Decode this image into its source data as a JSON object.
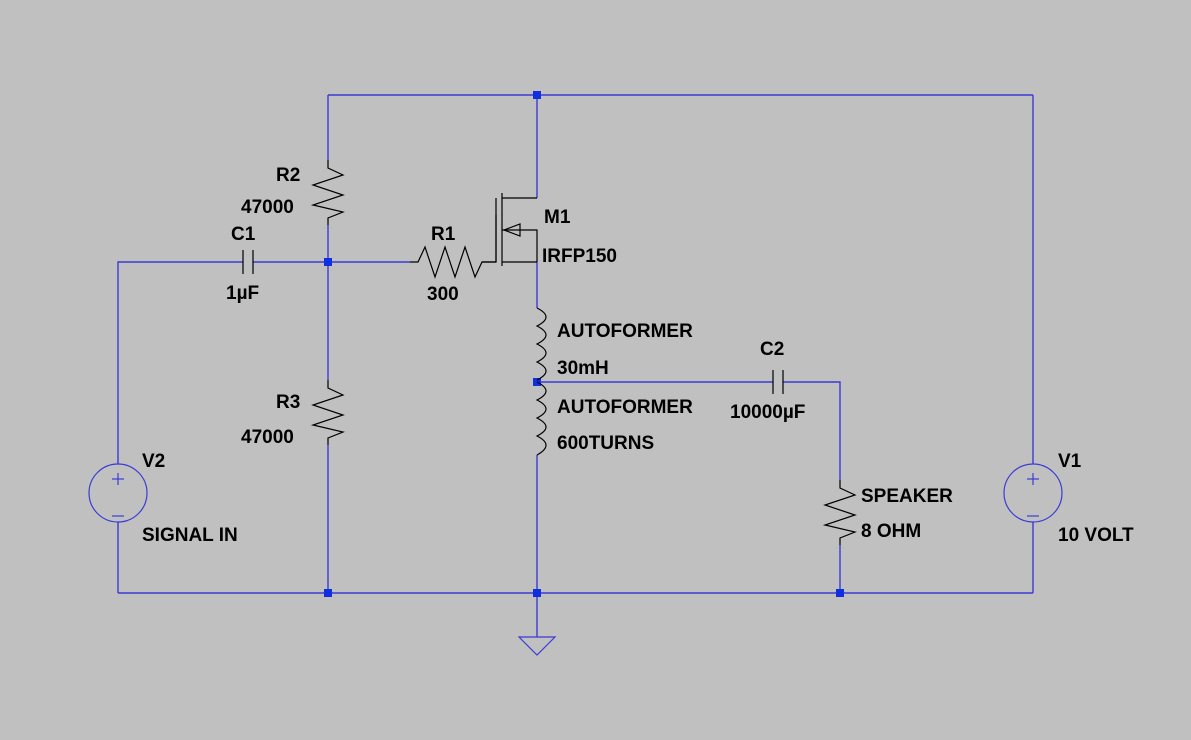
{
  "background_color": "#c0c0c0",
  "wire_color": "#3b3bd6",
  "node_color": "#0f2fe0",
  "components": {
    "r2": {
      "ref": "R2",
      "value": "47000"
    },
    "r3": {
      "ref": "R3",
      "value": "47000"
    },
    "r1": {
      "ref": "R1",
      "value": "300"
    },
    "c1": {
      "ref": "C1",
      "value": "1µF"
    },
    "c2": {
      "ref": "C2",
      "value": "10000µF"
    },
    "m1": {
      "ref": "M1",
      "value": "IRFP150"
    },
    "l1": {
      "ref": "AUTOFORMER",
      "value": "30mH"
    },
    "l2": {
      "ref": "AUTOFORMER",
      "value": "600TURNS"
    },
    "v1": {
      "ref": "V1",
      "value": "10 VOLT"
    },
    "v2": {
      "ref": "V2",
      "value": "SIGNAL IN"
    },
    "speaker": {
      "ref": "SPEAKER",
      "value": "8 OHM"
    }
  }
}
